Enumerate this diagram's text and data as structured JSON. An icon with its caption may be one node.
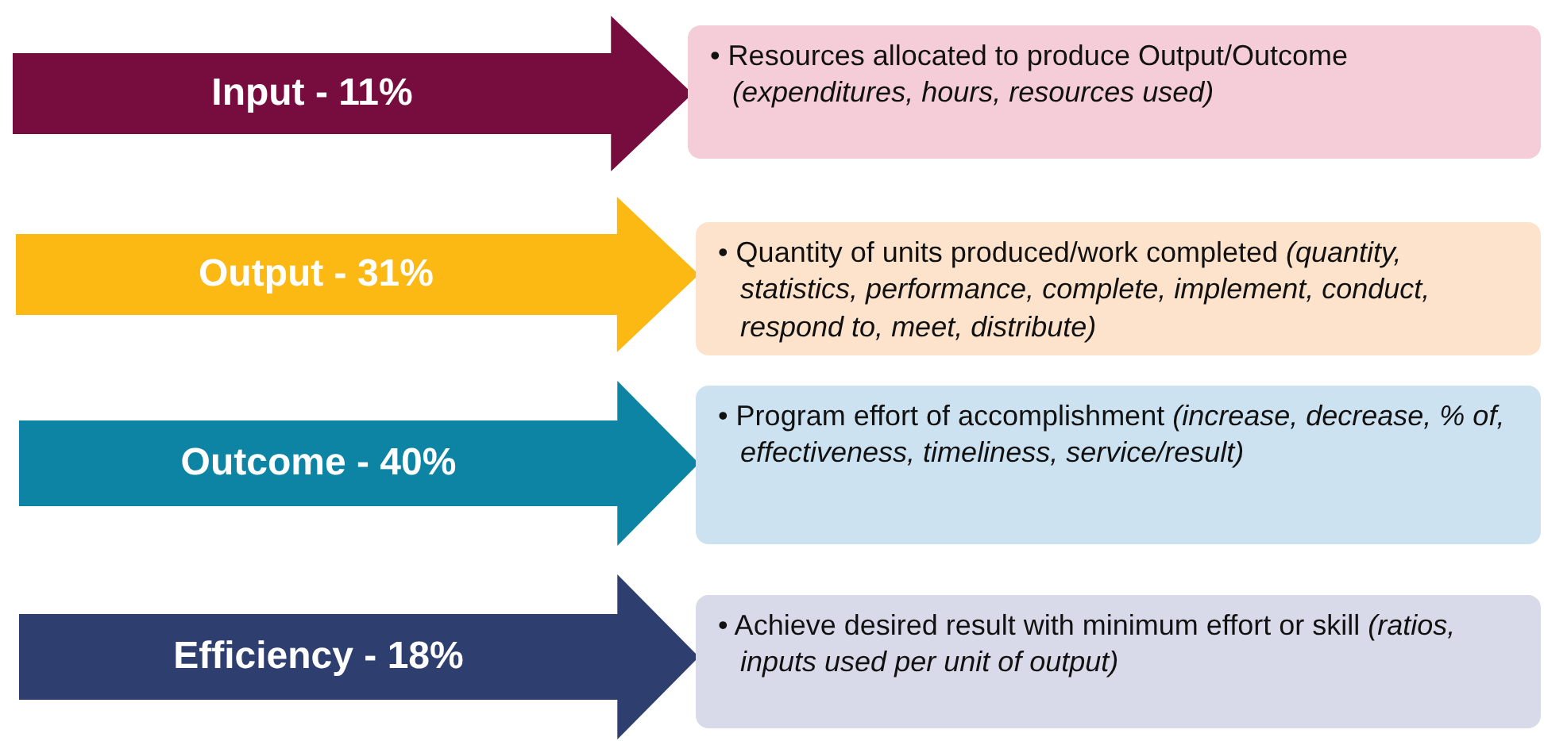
{
  "diagram": {
    "nodes": [
      {
        "text": [
          "Input - 11%"
        ]
      },
      {
        "text": [
          "• Resources allocated to produce Output/Outcome *(expenditures, hours, resources used)*"
        ]
      },
      {
        "text": [
          "Output - 31%"
        ]
      },
      {
        "text": [
          "• Quantity of units produced/work completed *(quantity, statistics, performance, complete, implement, conduct, respond to, meet, distribute)*"
        ]
      },
      {
        "text": [
          "Outcome - 40%"
        ]
      },
      {
        "text": [
          "• Program effort of accomplishment *(increase, decrease, % of, effectiveness, timeliness, service/result)*"
        ]
      },
      {
        "text": [
          "Efficiency - 18%"
        ]
      },
      {
        "text": [
          "• Achieve desired result with minimum effort or skill *(ratios, inputs used per unit of output)*"
        ]
      }
    ]
  }
}
